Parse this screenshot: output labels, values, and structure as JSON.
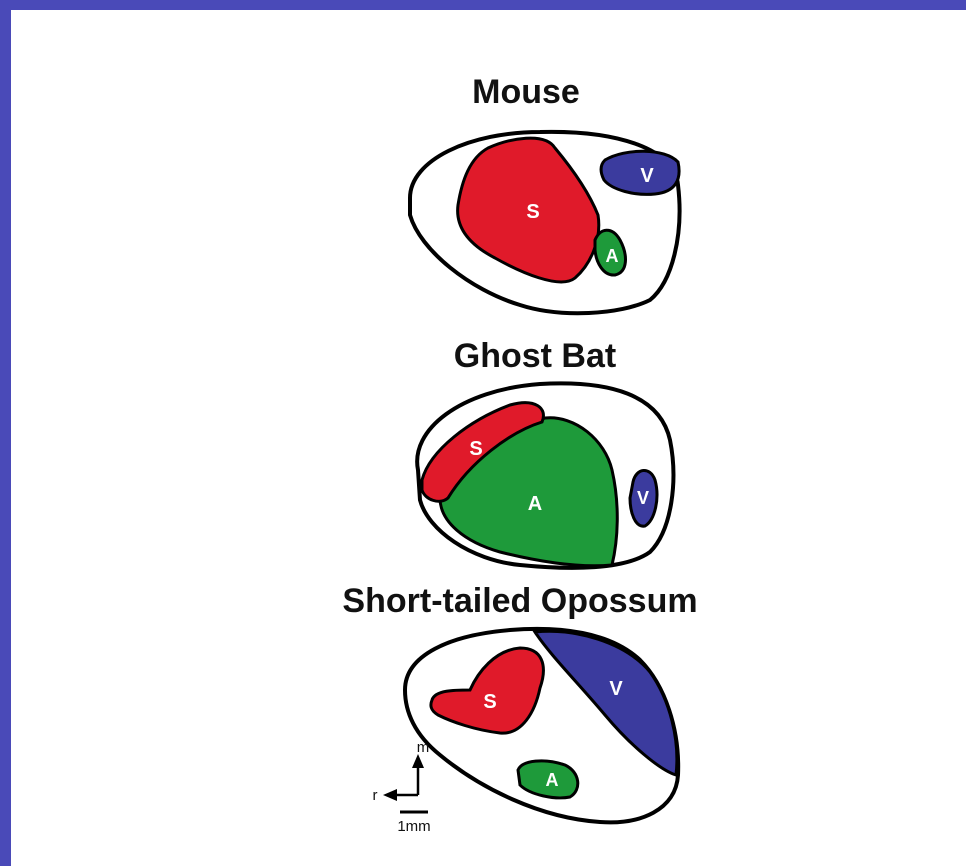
{
  "colors": {
    "frame": "#4A4AB8",
    "somatosensory": "#E01A2A",
    "auditory": "#1E9A3A",
    "visual": "#3B3B9E",
    "outline": "#000000"
  },
  "brains": [
    {
      "title": "Mouse",
      "areas": {
        "S": "S",
        "A": "A",
        "V": "V"
      }
    },
    {
      "title": "Ghost Bat",
      "areas": {
        "S": "S",
        "A": "A",
        "V": "V"
      }
    },
    {
      "title": "Short-tailed Opossum",
      "areas": {
        "S": "S",
        "A": "A",
        "V": "V"
      }
    }
  ],
  "orientation": {
    "medial_label": "m",
    "rostral_label": "r",
    "scale_label": "1mm"
  }
}
